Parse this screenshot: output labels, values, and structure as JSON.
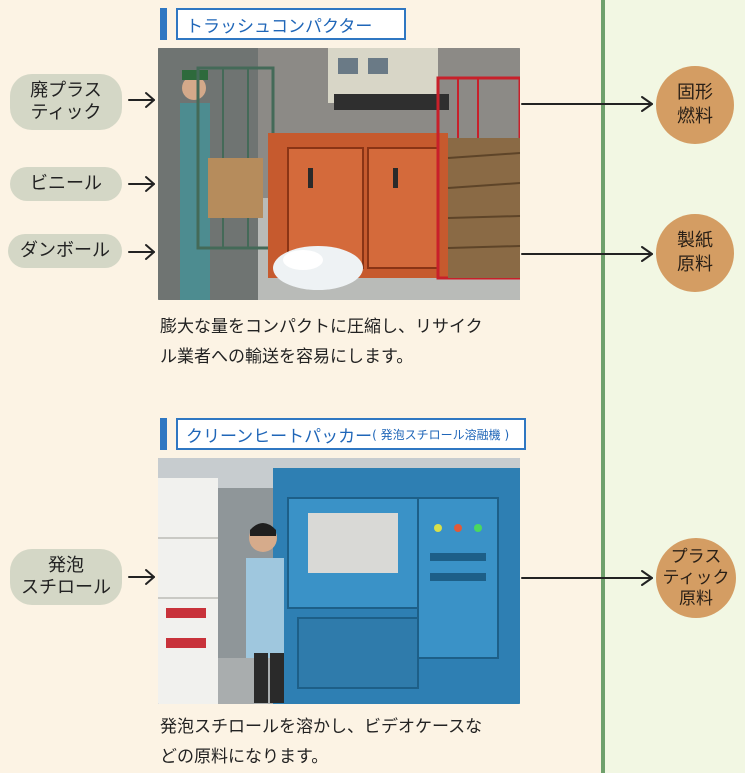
{
  "machines": [
    {
      "title": "トラッシュコンパクター",
      "title_suffix": "",
      "caption_line1": "膨大な量をコンパクトに圧縮し、リサイク",
      "caption_line2": "ル業者への輸送を容易にします。"
    },
    {
      "title": "クリーンヒートパッカー",
      "title_suffix": "( 発泡スチロール溶融機 )",
      "caption_line1": "発泡スチロールを溶かし、ビデオケースな",
      "caption_line2": "どの原料になります。"
    }
  ],
  "inputs": [
    {
      "label": "廃プラス\nティック"
    },
    {
      "label": "ビニール"
    },
    {
      "label": "ダンボール"
    },
    {
      "label": "発泡\nスチロール"
    }
  ],
  "outputs": [
    {
      "label": "固形\n燃料"
    },
    {
      "label": "製紙\n原料"
    },
    {
      "label": "プラス\nティック\n原料"
    }
  ],
  "colors": {
    "input_pill": "#d4d7c6",
    "output_circle": "#d49d63",
    "title_border": "#2f77c2",
    "divider": "#6fa06c"
  }
}
